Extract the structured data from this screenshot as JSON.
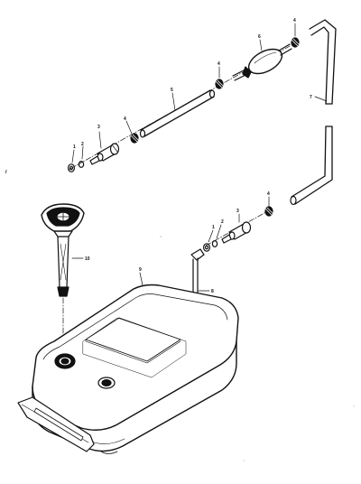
{
  "diagram": {
    "colors": {
      "ink": "#111111",
      "paper": "#ffffff",
      "tone": "#cfcfcf",
      "hose_fill": "#f2f2f2"
    },
    "callouts": {
      "washer_1_upper": "1",
      "oring_2_upper": "2",
      "fitting_3_upper": "3",
      "clamp_4_left": "4",
      "hose_5": "5",
      "clamp_4_mid": "4",
      "primer_bulb_6": "6",
      "clamp_4_right": "4",
      "hose_7": "7",
      "clamp_4_lower": "4",
      "fitting_3_lower": "3",
      "oring_2_lower": "2",
      "washer_1_lower": "1",
      "pickup_tube_8": "8",
      "tank_9": "9",
      "gauge_10": "10",
      "stray_mark": "I"
    }
  }
}
